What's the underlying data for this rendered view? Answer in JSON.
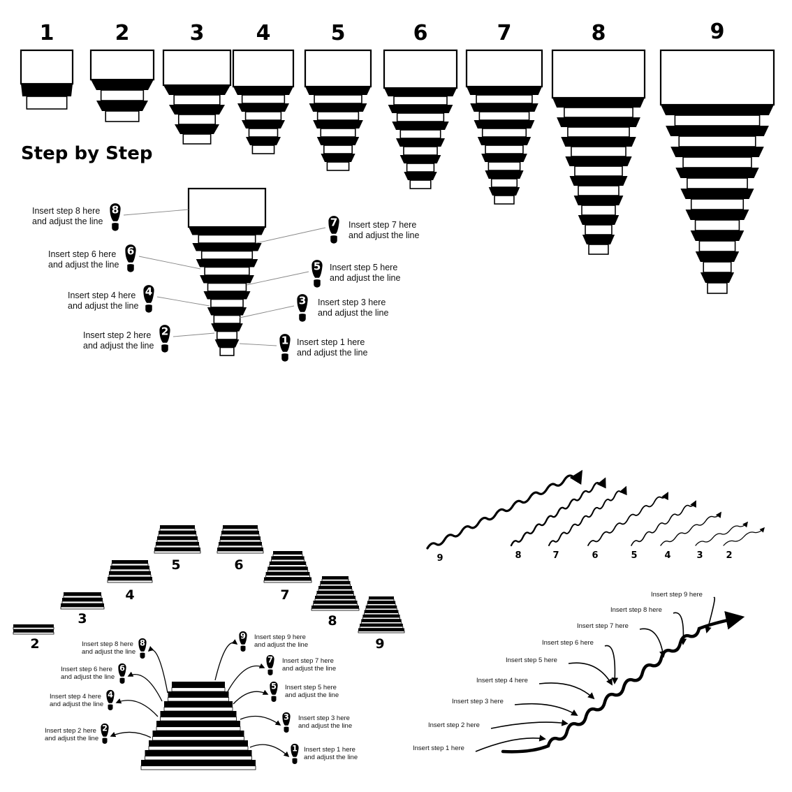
{
  "top_row_numbers": [
    "1",
    "2",
    "3",
    "4",
    "5",
    "6",
    "7",
    "8",
    "9"
  ],
  "title": "Step by Step",
  "funnel_labels": [
    {
      "l1": "Insert step 8 here",
      "l2": "and adjust the line",
      "num": "8"
    },
    {
      "l1": "Insert step 7 here",
      "l2": "and adjust the line",
      "num": "7"
    },
    {
      "l1": "Insert step 6 here",
      "l2": "and adjust the line",
      "num": "6"
    },
    {
      "l1": "Insert step 5 here",
      "l2": "and adjust the line",
      "num": "5"
    },
    {
      "l1": "Insert step 4 here",
      "l2": "and adjust the line",
      "num": "4"
    },
    {
      "l1": "Insert step 3 here",
      "l2": "and adjust the line",
      "num": "3"
    },
    {
      "l1": "Insert step 2 here",
      "l2": "and adjust the line",
      "num": "2"
    },
    {
      "l1": "Insert step 1 here",
      "l2": "and adjust the line",
      "num": "1"
    }
  ],
  "stair_numbers": [
    "2",
    "3",
    "4",
    "5",
    "6",
    "7",
    "8",
    "9"
  ],
  "stair_labels": [
    {
      "l1": "Insert step 8 here",
      "l2": "and adjust the line",
      "num": "8"
    },
    {
      "l1": "Insert step 9 here",
      "l2": "and adjust the line",
      "num": "9"
    },
    {
      "l1": "Insert step 6 here",
      "l2": "and adjust the line",
      "num": "6"
    },
    {
      "l1": "Insert step 7 here",
      "l2": "and adjust the line",
      "num": "7"
    },
    {
      "l1": "Insert step 5 here",
      "l2": "and adjust the line",
      "num": "5"
    },
    {
      "l1": "Insert step 4 here",
      "l2": "and adjust the line",
      "num": "4"
    },
    {
      "l1": "Insert step 3 here",
      "l2": "and adjust the line",
      "num": "3"
    },
    {
      "l1": "Insert step 2 here",
      "l2": "and adjust the line",
      "num": "2"
    },
    {
      "l1": "Insert step 1 here",
      "l2": "and adjust the line",
      "num": "1"
    }
  ],
  "zigzag_numbers": [
    "9",
    "8",
    "7",
    "6",
    "5",
    "4",
    "3",
    "2"
  ],
  "arrow_labels": [
    "Insert step 9 here",
    "Insert step 8 here",
    "Insert step 7 here",
    "Insert step 6 here",
    "Insert step 5 here",
    "Insert step 4 here",
    "Insert step 3 here",
    "Insert step 2 here",
    "Insert step 1 here"
  ]
}
